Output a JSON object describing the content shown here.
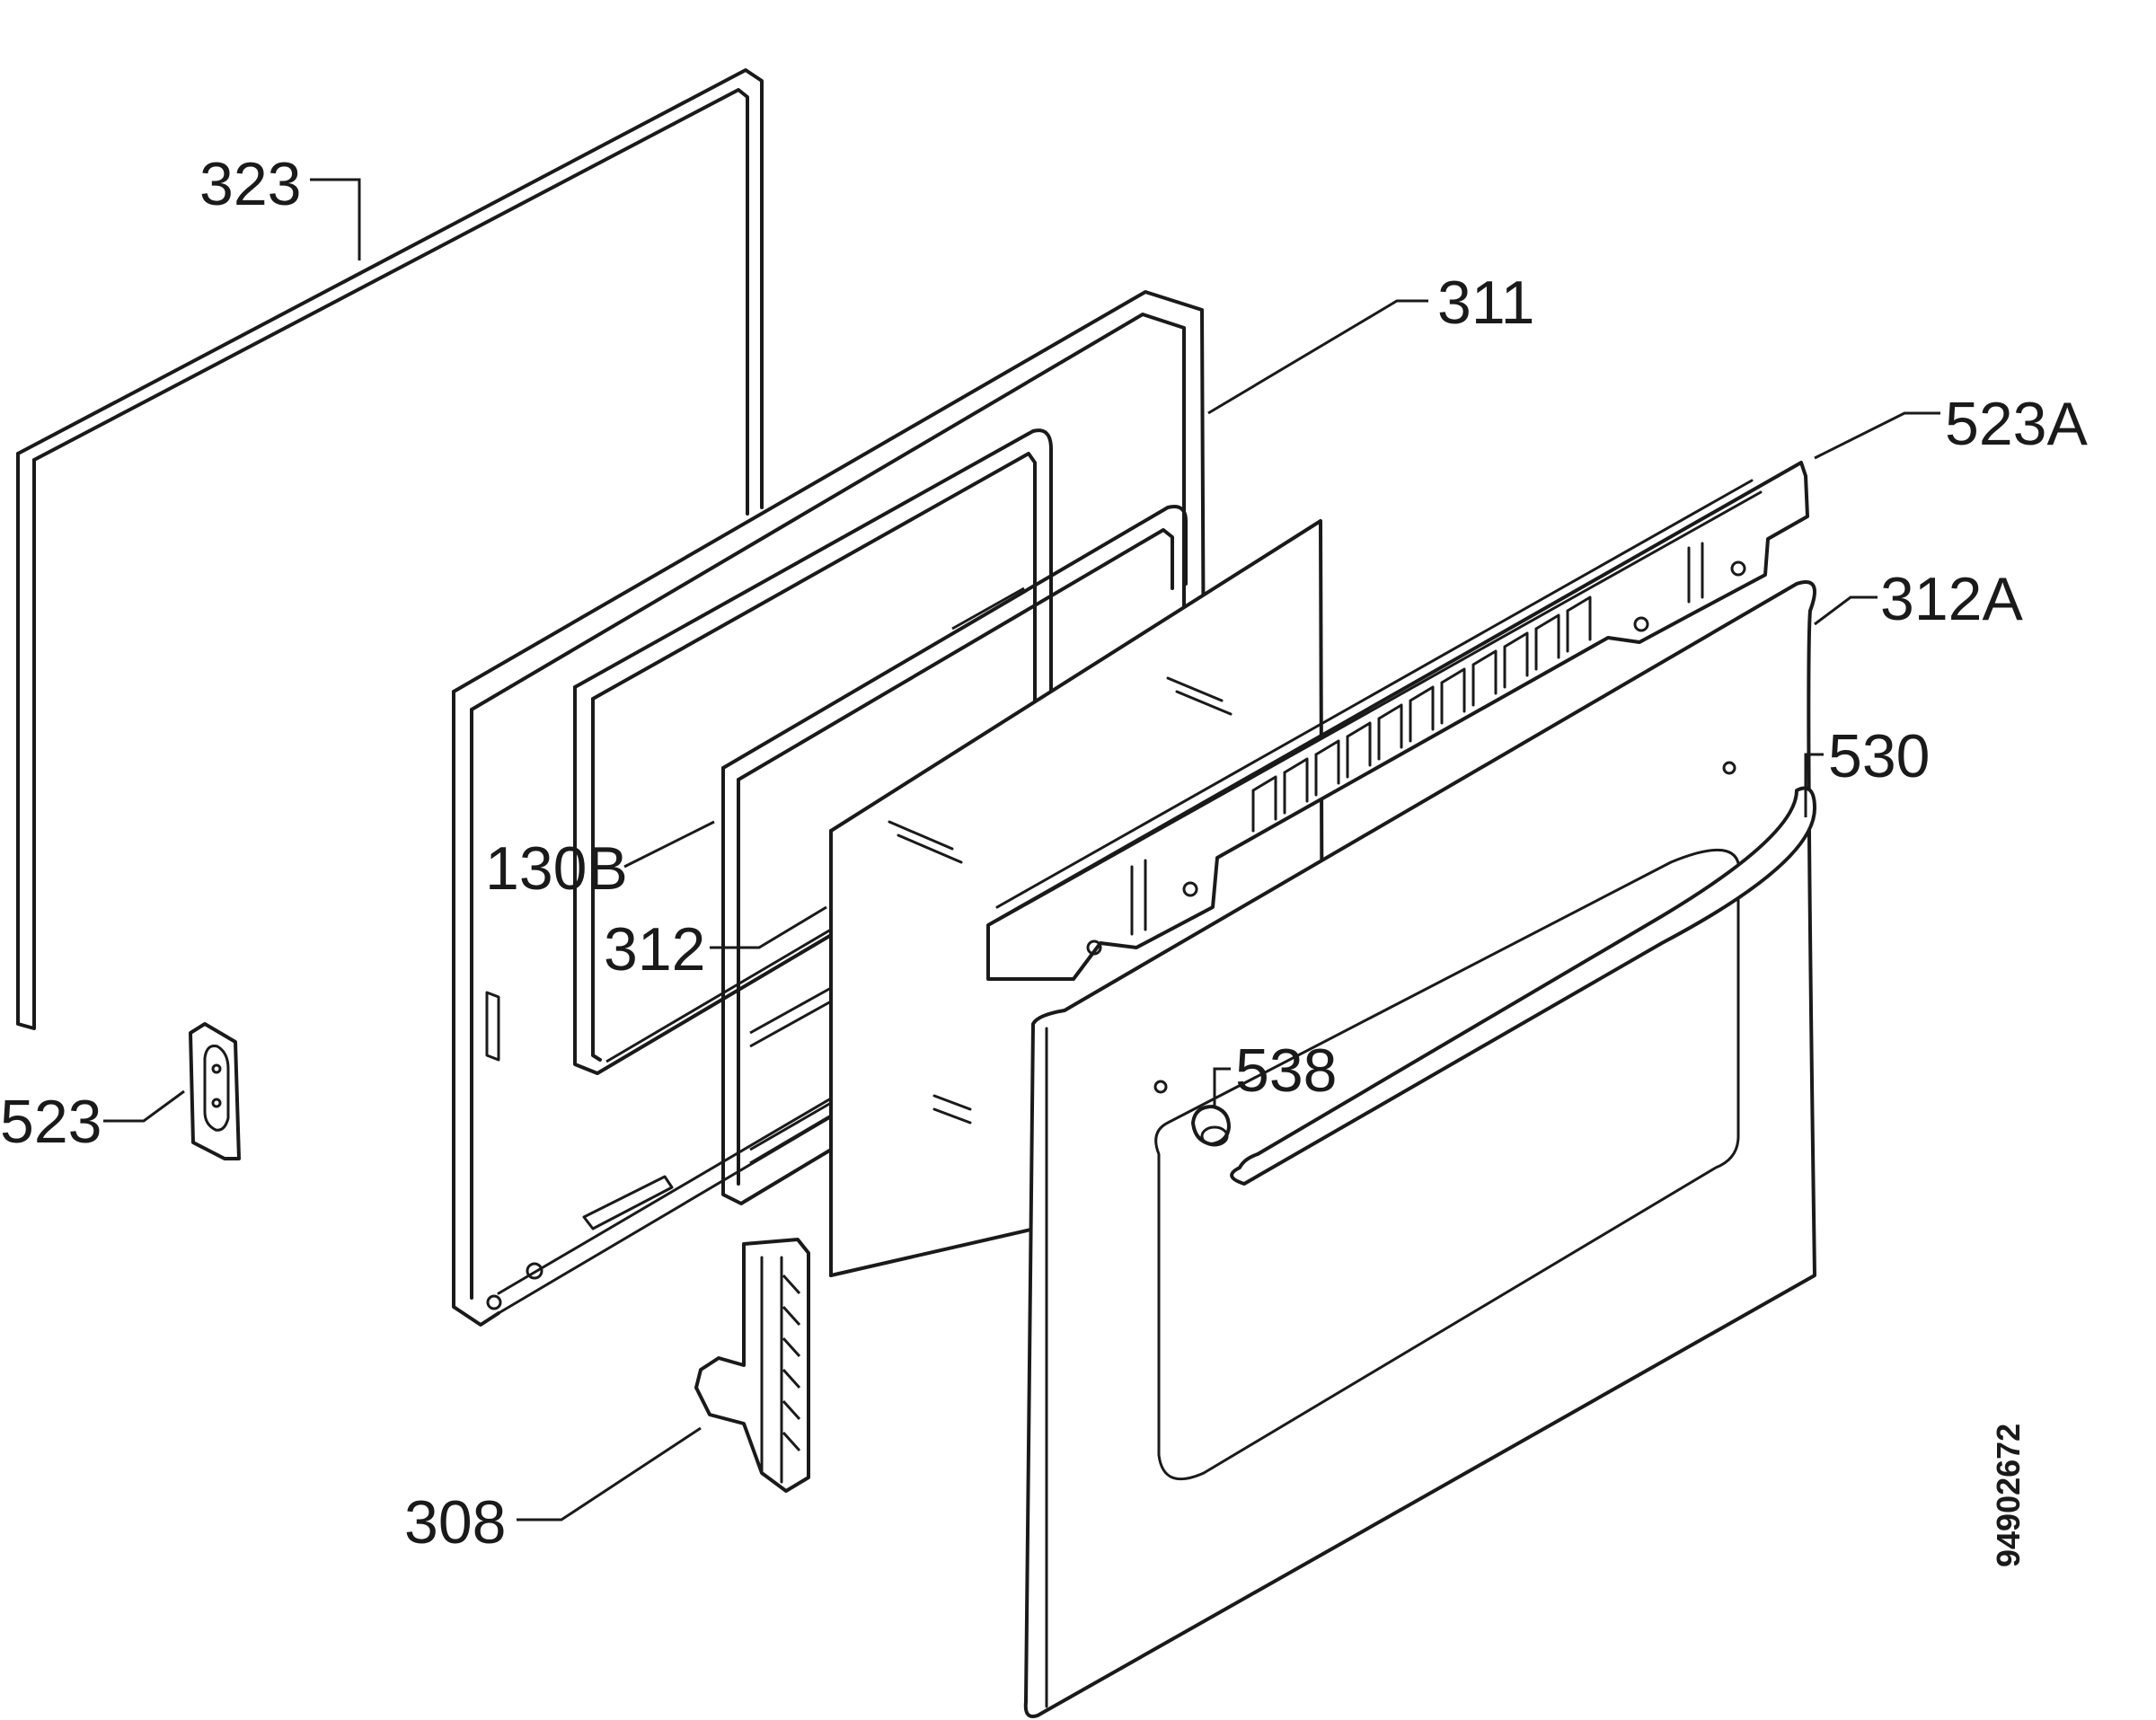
{
  "diagram": {
    "part_labels": {
      "p323": "323",
      "p311": "311",
      "p523A": "523A",
      "p312A": "312A",
      "p530": "530",
      "p130B": "130B",
      "p312": "312",
      "p538": "538",
      "p523": "523",
      "p308": "308"
    },
    "drawing_code": "94902672"
  },
  "colors": {
    "line": "#1a1a1a",
    "background": "#ffffff"
  }
}
